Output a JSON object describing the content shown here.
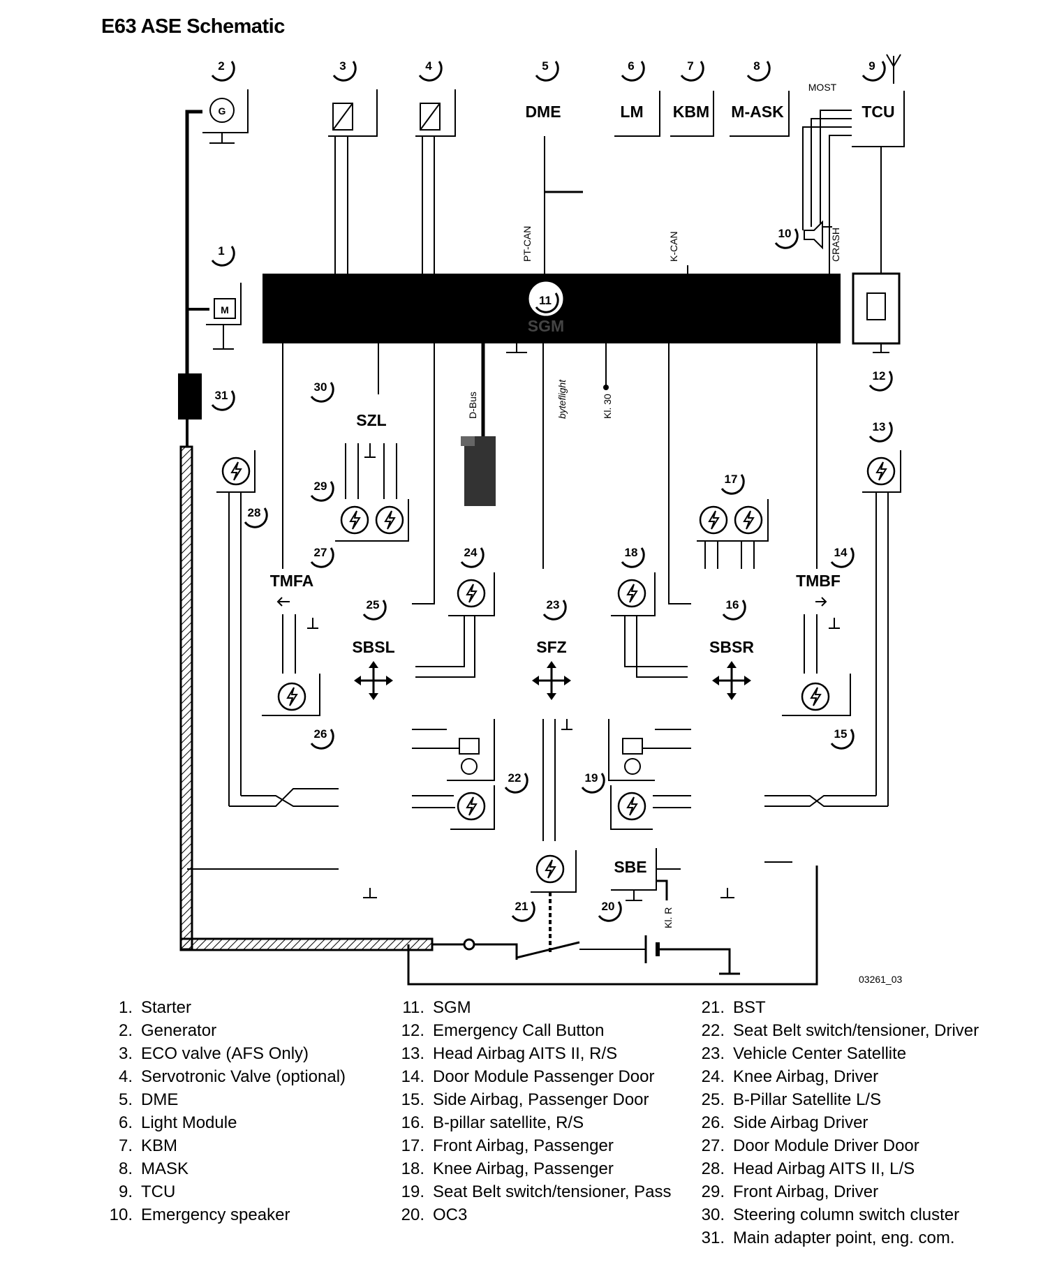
{
  "title": "E63 ASE Schematic",
  "module_labels": {
    "dme": "DME",
    "lm": "LM",
    "kbm": "KBM",
    "mask": "M-ASK",
    "tcu": "TCU",
    "szl": "SZL",
    "tmfa": "TMFA",
    "tmbf": "TMBF",
    "sbsl": "SBSL",
    "sfz": "SFZ",
    "sbsr": "SBSR",
    "sbe": "SBE",
    "sgm": "SGM"
  },
  "bus_labels": {
    "most": "MOST",
    "pt_can": "PT-CAN",
    "k_can": "K-CAN",
    "crash": "CRASH",
    "d_bus": "D-Bus",
    "byteflight": "byteflight",
    "kl30": "Kl. 30",
    "klr": "Kl. R"
  },
  "figure_code": "03261_03",
  "callout_numbers": [
    "1",
    "2",
    "3",
    "4",
    "5",
    "6",
    "7",
    "8",
    "9",
    "10",
    "11",
    "12",
    "13",
    "14",
    "15",
    "16",
    "17",
    "18",
    "19",
    "20",
    "21",
    "22",
    "23",
    "24",
    "25",
    "26",
    "27",
    "28",
    "29",
    "30",
    "31"
  ],
  "legend": [
    {
      "num": "1.",
      "text": "Starter"
    },
    {
      "num": "2.",
      "text": "Generator"
    },
    {
      "num": "3.",
      "text": "ECO valve (AFS Only)"
    },
    {
      "num": "4.",
      "text": "Servotronic Valve (optional)"
    },
    {
      "num": "5.",
      "text": "DME"
    },
    {
      "num": "6.",
      "text": "Light Module"
    },
    {
      "num": "7.",
      "text": "KBM"
    },
    {
      "num": "8.",
      "text": "MASK"
    },
    {
      "num": "9.",
      "text": "TCU"
    },
    {
      "num": "10.",
      "text": "Emergency speaker"
    },
    {
      "num": "11.",
      "text": "SGM"
    },
    {
      "num": "12.",
      "text": "Emergency Call Button"
    },
    {
      "num": "13.",
      "text": "Head Airbag AITS II, R/S"
    },
    {
      "num": "14.",
      "text": "Door Module Passenger Door"
    },
    {
      "num": "15.",
      "text": "Side Airbag, Passenger Door"
    },
    {
      "num": "16.",
      "text": "B-pillar satellite, R/S"
    },
    {
      "num": "17.",
      "text": "Front Airbag, Passenger"
    },
    {
      "num": "18.",
      "text": "Knee Airbag, Passenger"
    },
    {
      "num": "19.",
      "text": "Seat Belt switch/tensioner, Pass"
    },
    {
      "num": "20.",
      "text": "OC3"
    },
    {
      "num": "21.",
      "text": "BST"
    },
    {
      "num": "22.",
      "text": "Seat Belt switch/tensioner, Driver"
    },
    {
      "num": "23.",
      "text": "Vehicle Center Satellite"
    },
    {
      "num": "24.",
      "text": "Knee Airbag, Driver"
    },
    {
      "num": "25.",
      "text": "B-Pillar Satellite L/S"
    },
    {
      "num": "26.",
      "text": "Side Airbag Driver"
    },
    {
      "num": "27.",
      "text": "Door Module Driver Door"
    },
    {
      "num": "28.",
      "text": "Head Airbag AITS II, L/S"
    },
    {
      "num": "29.",
      "text": "Front Airbag, Driver"
    },
    {
      "num": "30.",
      "text": "Steering column switch cluster"
    },
    {
      "num": "31.",
      "text": "Main adapter point, eng. com."
    }
  ]
}
